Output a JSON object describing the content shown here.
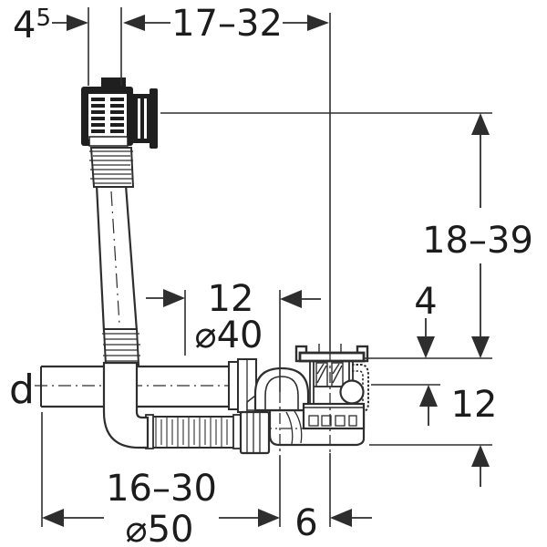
{
  "drawing": {
    "colors": {
      "background": "#ffffff",
      "line": "#2e2e2e",
      "text": "#1c1c1c",
      "dark_fill": "#1f1f1f"
    },
    "dimensions": {
      "top_left_value": "4",
      "top_left_sup": "5",
      "top_span": "17–32",
      "right_height_range": "18–39",
      "right_small": "4",
      "right_lower": "12",
      "mid_offset": "12",
      "mid_diameter": "⌀40",
      "pipe_label": "d",
      "bottom_span": "16–30",
      "bottom_diameter": "⌀50",
      "bottom_offset": "6"
    }
  }
}
